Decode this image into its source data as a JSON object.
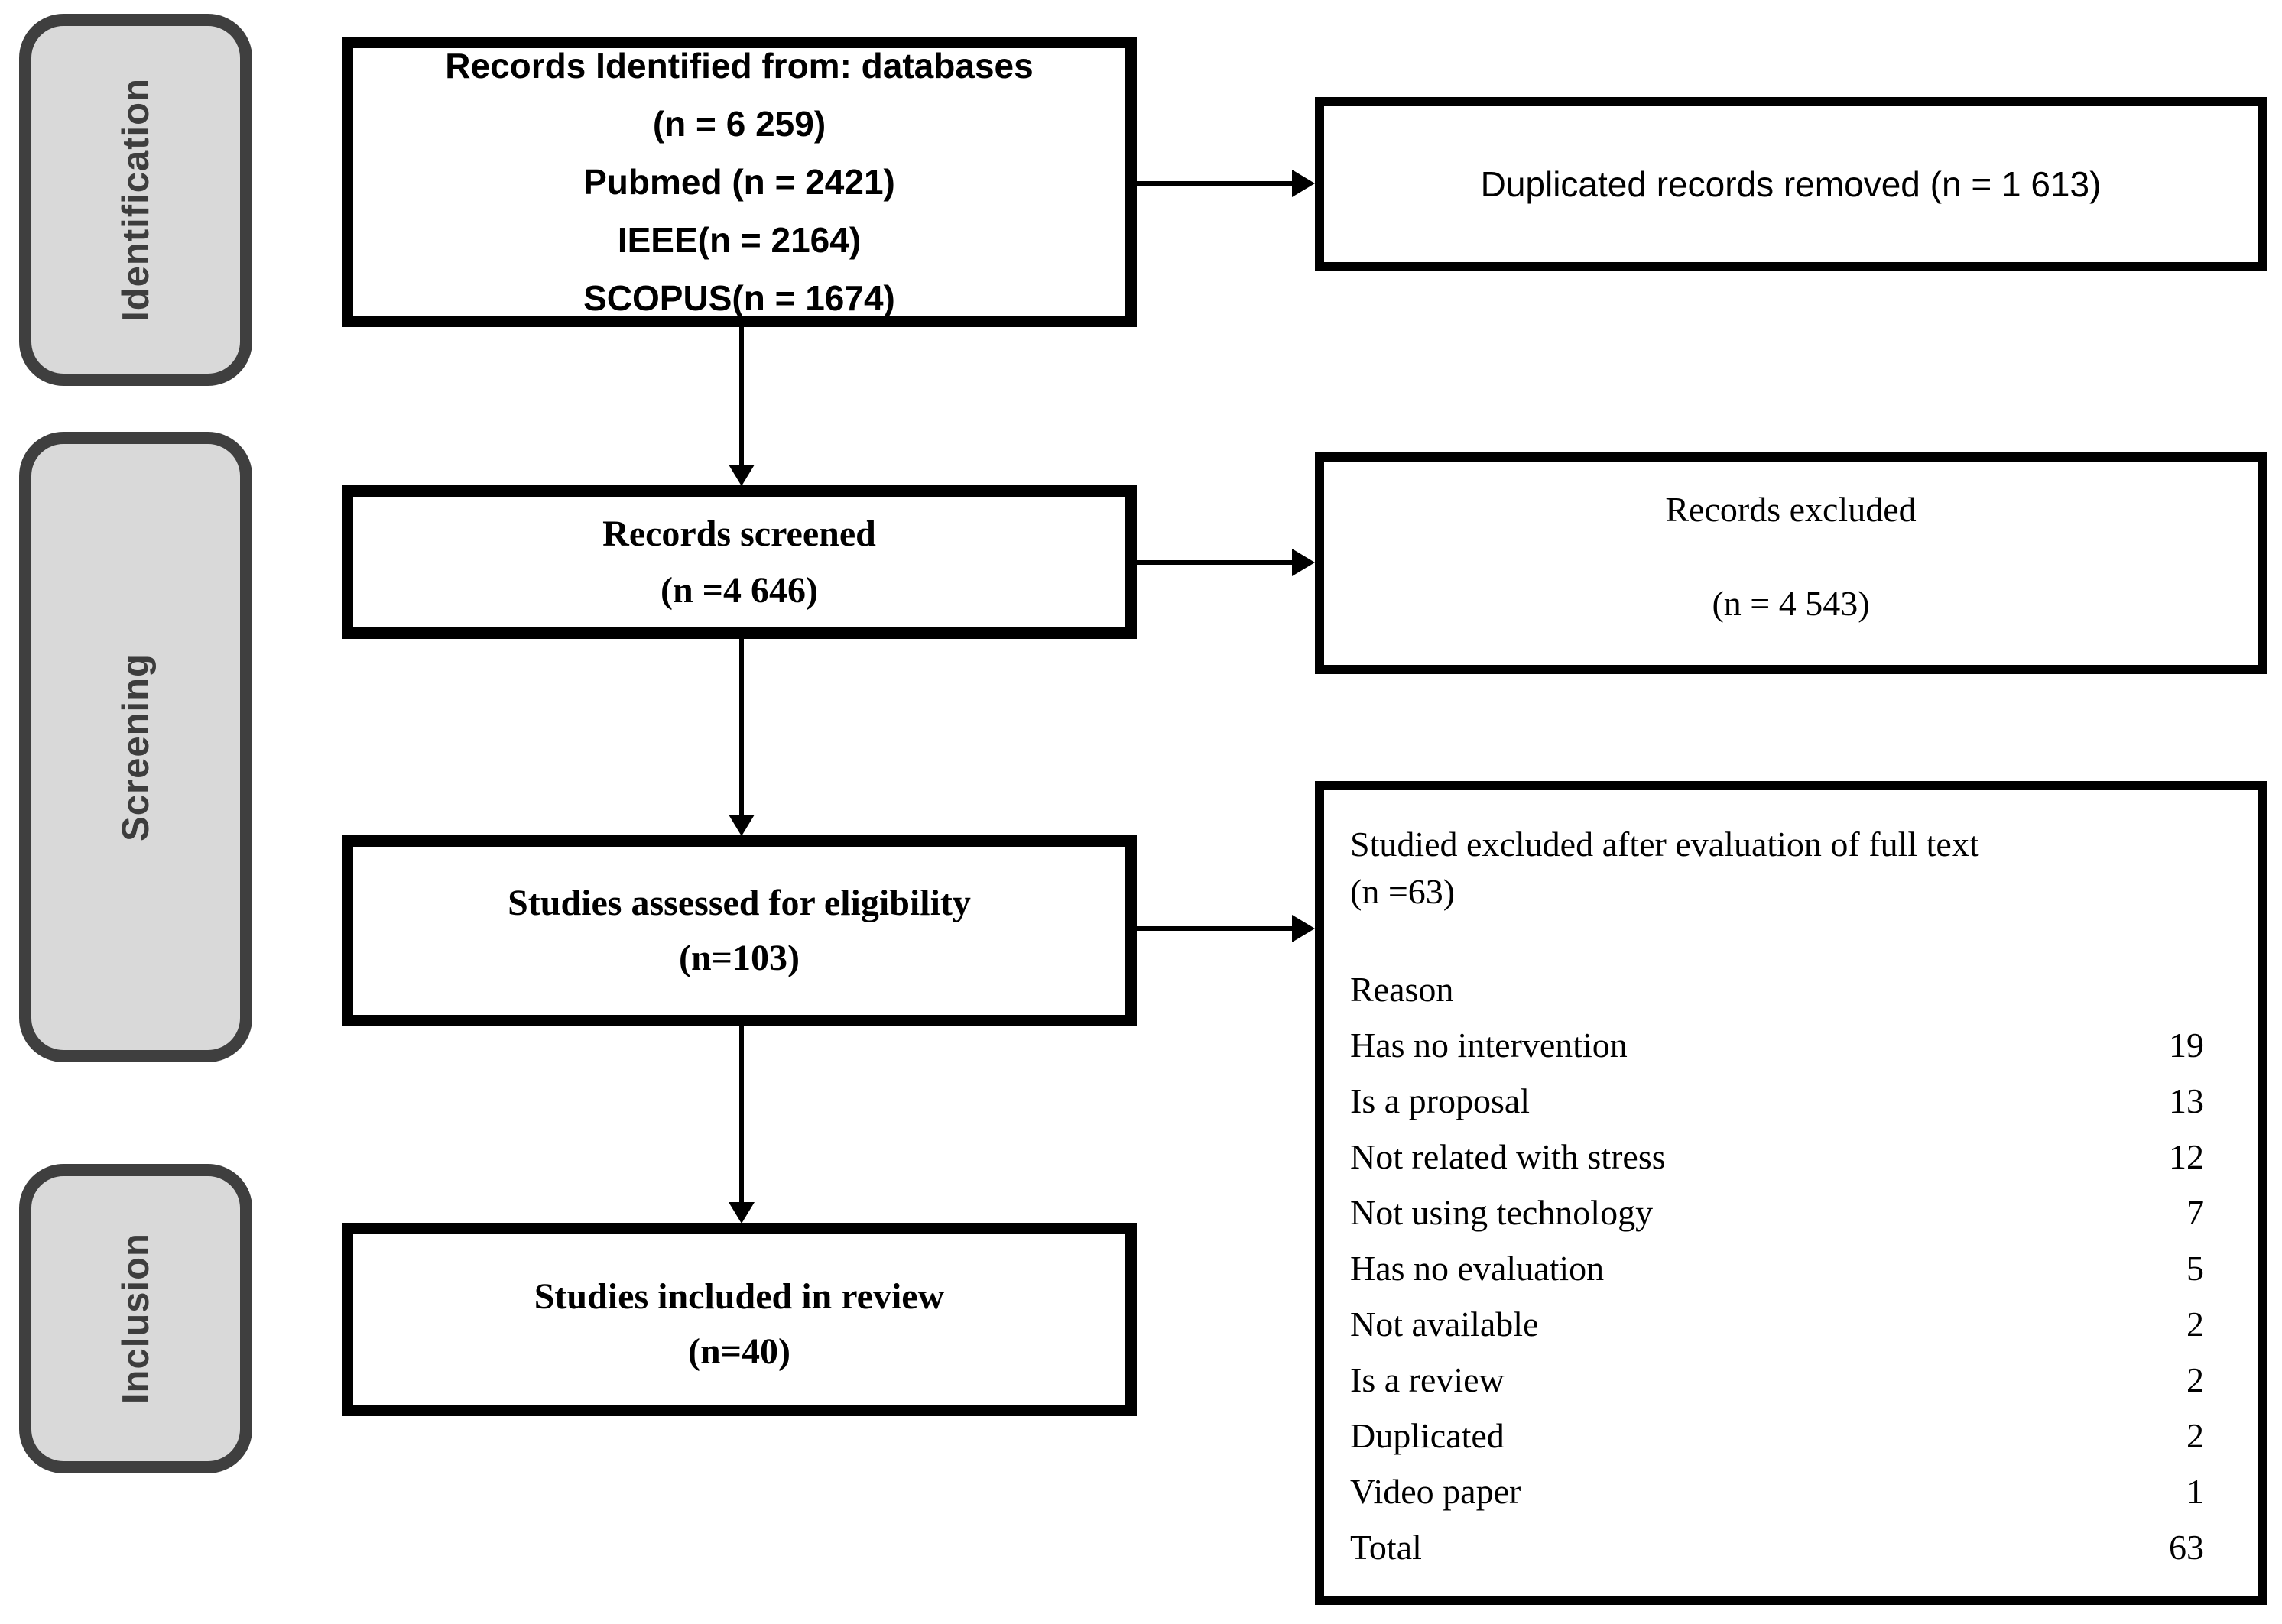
{
  "diagram": {
    "title": "PRISMA study selection flow diagram",
    "colors": {
      "box_border": "#000000",
      "stage_fill": "#d9d9d9",
      "stage_border": "#3f3f3f",
      "stage_text": "#3d3d3d",
      "background": "#ffffff"
    },
    "stages": [
      {
        "label": "Identification"
      },
      {
        "label": "Screening"
      },
      {
        "label": "Inclusion"
      }
    ],
    "boxes": {
      "identified": {
        "lines": [
          "Records Identified from: databases",
          "(n = 6 259)",
          "Pubmed (n = 2421)",
          "IEEE(n = 2164)",
          "SCOPUS(n = 1674)"
        ]
      },
      "duplicates_removed": {
        "text": "Duplicated records removed (n = 1 613)"
      },
      "screened": {
        "lines": [
          "Records screened",
          "(n =4 646)"
        ]
      },
      "records_excluded": {
        "lines": [
          "Records excluded",
          "(n = 4 543)"
        ]
      },
      "assessed": {
        "lines": [
          "Studies assessed for eligibility",
          "(n=103)"
        ]
      },
      "fulltext_excluded": {
        "title": "Studied excluded after evaluation of full text",
        "subtitle": "(n =63)",
        "reason_header": "Reason",
        "reasons": [
          {
            "label": "Has no intervention",
            "count": "19"
          },
          {
            "label": "Is a proposal",
            "count": "13"
          },
          {
            "label": "Not related with stress",
            "count": "12"
          },
          {
            "label": "Not using technology",
            "count": "7"
          },
          {
            "label": "Has no evaluation",
            "count": "5"
          },
          {
            "label": "Not available",
            "count": "2"
          },
          {
            "label": "Is a review",
            "count": "2"
          },
          {
            "label": "Duplicated",
            "count": "2"
          },
          {
            "label": "Video paper",
            "count": "1"
          },
          {
            "label": "Total",
            "count": "63"
          }
        ]
      },
      "included": {
        "lines": [
          "Studies included in review",
          "(n=40)"
        ]
      }
    }
  }
}
